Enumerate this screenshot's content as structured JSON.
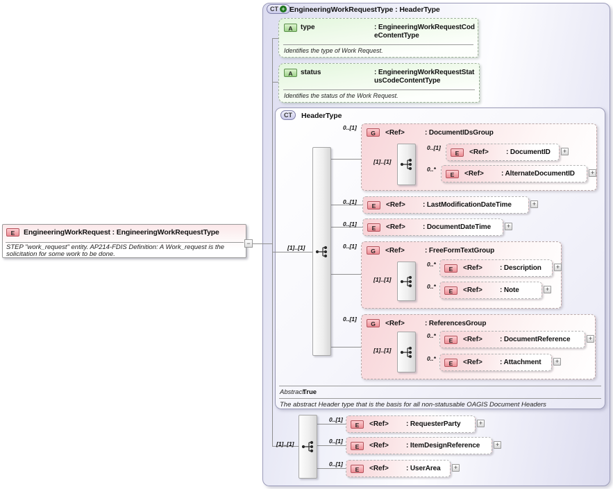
{
  "palette": {
    "element_pink": "#ec8d95",
    "attribute_green": "#9ed289",
    "complex_type_lavender": "#c9c9ea",
    "container_background": "#dcdcf0"
  },
  "root_element": {
    "badge": "E",
    "title": "EngineeringWorkRequest : EngineeringWorkRequestType",
    "description": "STEP \"work_request\" entity.  AP214-FDIS Definition: A Work_request is the solicitation for some work to be done.",
    "collapse": "−"
  },
  "main_type": {
    "badge": "CT",
    "plus": "+",
    "title": "EngineeringWorkRequestType : HeaderType",
    "attributes": [
      {
        "badge": "A",
        "name": "type",
        "type": ": EngineeringWorkRequestCodeContentType",
        "description": "Identifies the type of Work Request."
      },
      {
        "badge": "A",
        "name": "status",
        "type": ": EngineeringWorkRequestStatusCodeContentType",
        "description": "Identifies the status of the Work Request."
      }
    ],
    "header_type": {
      "badge": "CT",
      "title": "HeaderType",
      "cardinality": "[1]..[1]",
      "children": [
        {
          "kind": "group",
          "cardinality": "0..[1]",
          "badge": "G",
          "ref": "<Ref>",
          "label": ": DocumentIDsGroup",
          "inner_cardinality": "[1]..[1]",
          "children": [
            {
              "cardinality": "0..[1]",
              "badge": "E",
              "ref": "<Ref>",
              "label": ": DocumentID",
              "expand": "+"
            },
            {
              "cardinality": "0..*",
              "badge": "E",
              "ref": "<Ref>",
              "label": ": AlternateDocumentID",
              "expand": "+"
            }
          ]
        },
        {
          "kind": "element",
          "cardinality": "0..[1]",
          "badge": "E",
          "ref": "<Ref>",
          "label": ": LastModificationDateTime",
          "expand": "+"
        },
        {
          "kind": "element",
          "cardinality": "0..[1]",
          "badge": "E",
          "ref": "<Ref>",
          "label": ": DocumentDateTime",
          "expand": "+"
        },
        {
          "kind": "group",
          "cardinality": "0..[1]",
          "badge": "G",
          "ref": "<Ref>",
          "label": ": FreeFormTextGroup",
          "inner_cardinality": "[1]..[1]",
          "children": [
            {
              "cardinality": "0..*",
              "badge": "E",
              "ref": "<Ref>",
              "label": ": Description",
              "expand": "+"
            },
            {
              "cardinality": "0..*",
              "badge": "E",
              "ref": "<Ref>",
              "label": ": Note",
              "expand": "+"
            }
          ]
        },
        {
          "kind": "group",
          "cardinality": "0..[1]",
          "badge": "G",
          "ref": "<Ref>",
          "label": ": ReferencesGroup",
          "inner_cardinality": "[1]..[1]",
          "children": [
            {
              "cardinality": "0..*",
              "badge": "E",
              "ref": "<Ref>",
              "label": ": DocumentReference",
              "expand": "+"
            },
            {
              "cardinality": "0..*",
              "badge": "E",
              "ref": "<Ref>",
              "label": ": Attachment",
              "expand": "+"
            }
          ]
        }
      ],
      "abstract_label": "Abstract",
      "abstract_value": "True",
      "footer": "The abstract Header type that is the basis for all non-statusable OAGIS Document Headers"
    },
    "sequence": {
      "cardinality": "[1]..[1]",
      "children": [
        {
          "cardinality": "0..[1]",
          "badge": "E",
          "ref": "<Ref>",
          "label": ": RequesterParty",
          "expand": "+"
        },
        {
          "cardinality": "0..[1]",
          "badge": "E",
          "ref": "<Ref>",
          "label": ": ItemDesignReference",
          "expand": "+"
        },
        {
          "cardinality": "0..[1]",
          "badge": "E",
          "ref": "<Ref>",
          "label": ": UserArea",
          "expand": "+"
        }
      ]
    }
  }
}
